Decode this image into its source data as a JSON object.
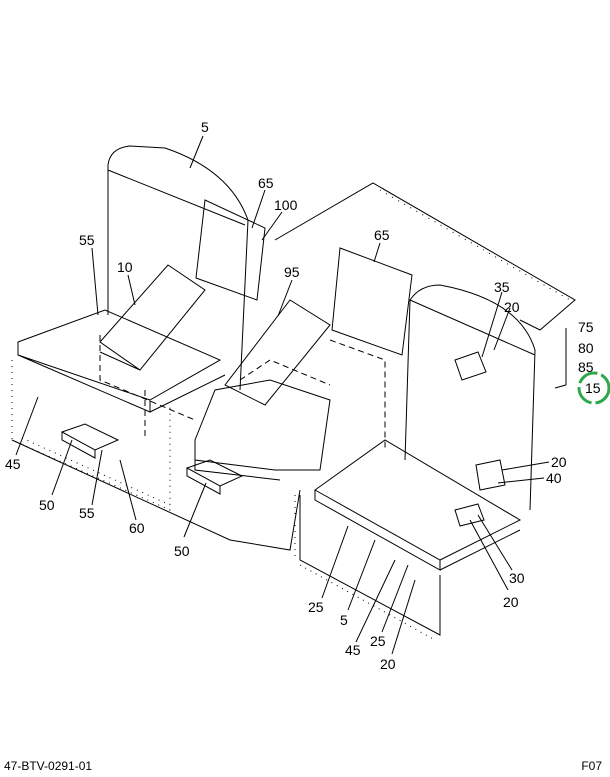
{
  "callouts": {
    "c5_top": "5",
    "c65_left": "65",
    "c100": "100",
    "c55_left": "55",
    "c10": "10",
    "c95": "95",
    "c65_mid": "65",
    "c35": "35",
    "c20_a": "20",
    "c75": "75",
    "c80": "80",
    "c85": "85",
    "c15": "15",
    "c20_b": "20",
    "c40": "40",
    "c45_left": "45",
    "c50_left": "50",
    "c55_bottom": "55",
    "c60": "60",
    "c50_mid": "50",
    "c30": "30",
    "c20_c": "20",
    "c25_a": "25",
    "c5_bottom": "5",
    "c45_bottom": "45",
    "c25_b": "25",
    "c20_d": "20"
  },
  "footer": {
    "left": "47-BTV-0291-01",
    "right": "F07"
  },
  "highlight_color": "#2ea84a"
}
